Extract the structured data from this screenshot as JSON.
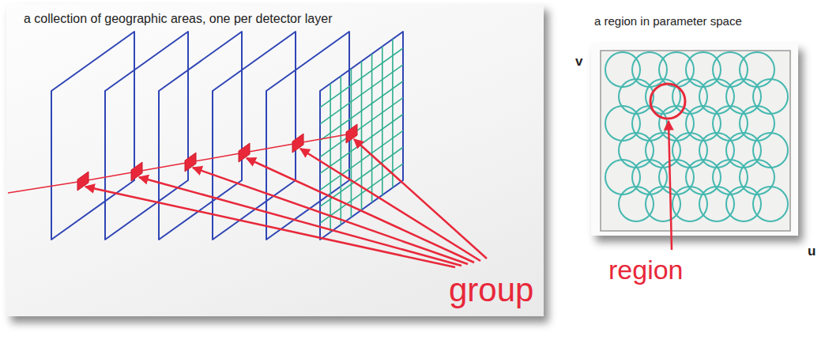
{
  "diagram": {
    "nodes": [
      {
        "text": [
          "a collection of geographic areas, one per detector layer",
          "group"
        ]
      }
    ],
    "labels": [
      "a region in parameter space",
      "v",
      "region",
      "u"
    ]
  }
}
